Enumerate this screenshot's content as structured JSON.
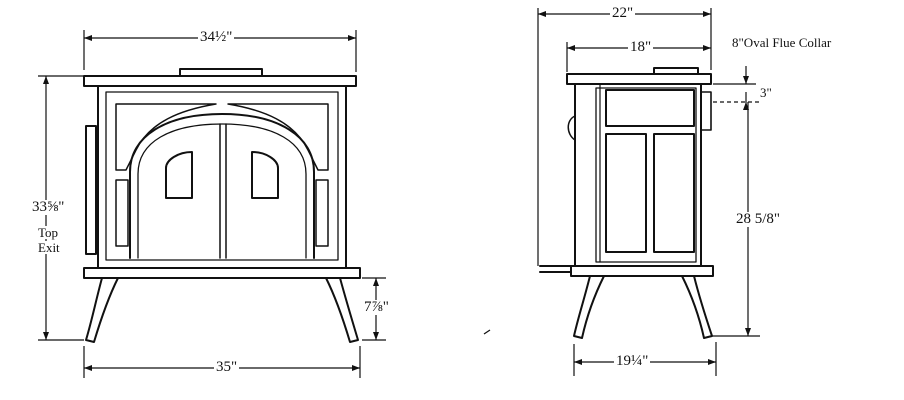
{
  "front_view": {
    "width_top": "34½\"",
    "height_total": "33⅝\"",
    "exit_label_1": "Top",
    "exit_label_2": "Exit",
    "leg_height": "7⅞\"",
    "base_width": "35\""
  },
  "side_view": {
    "overall_depth": "22\"",
    "body_depth": "18\"",
    "flue_collar": "8\"Oval Flue Collar",
    "flue_offset": "3\"",
    "flue_height": "28 5/8\"",
    "leg_depth": "19¼\""
  }
}
